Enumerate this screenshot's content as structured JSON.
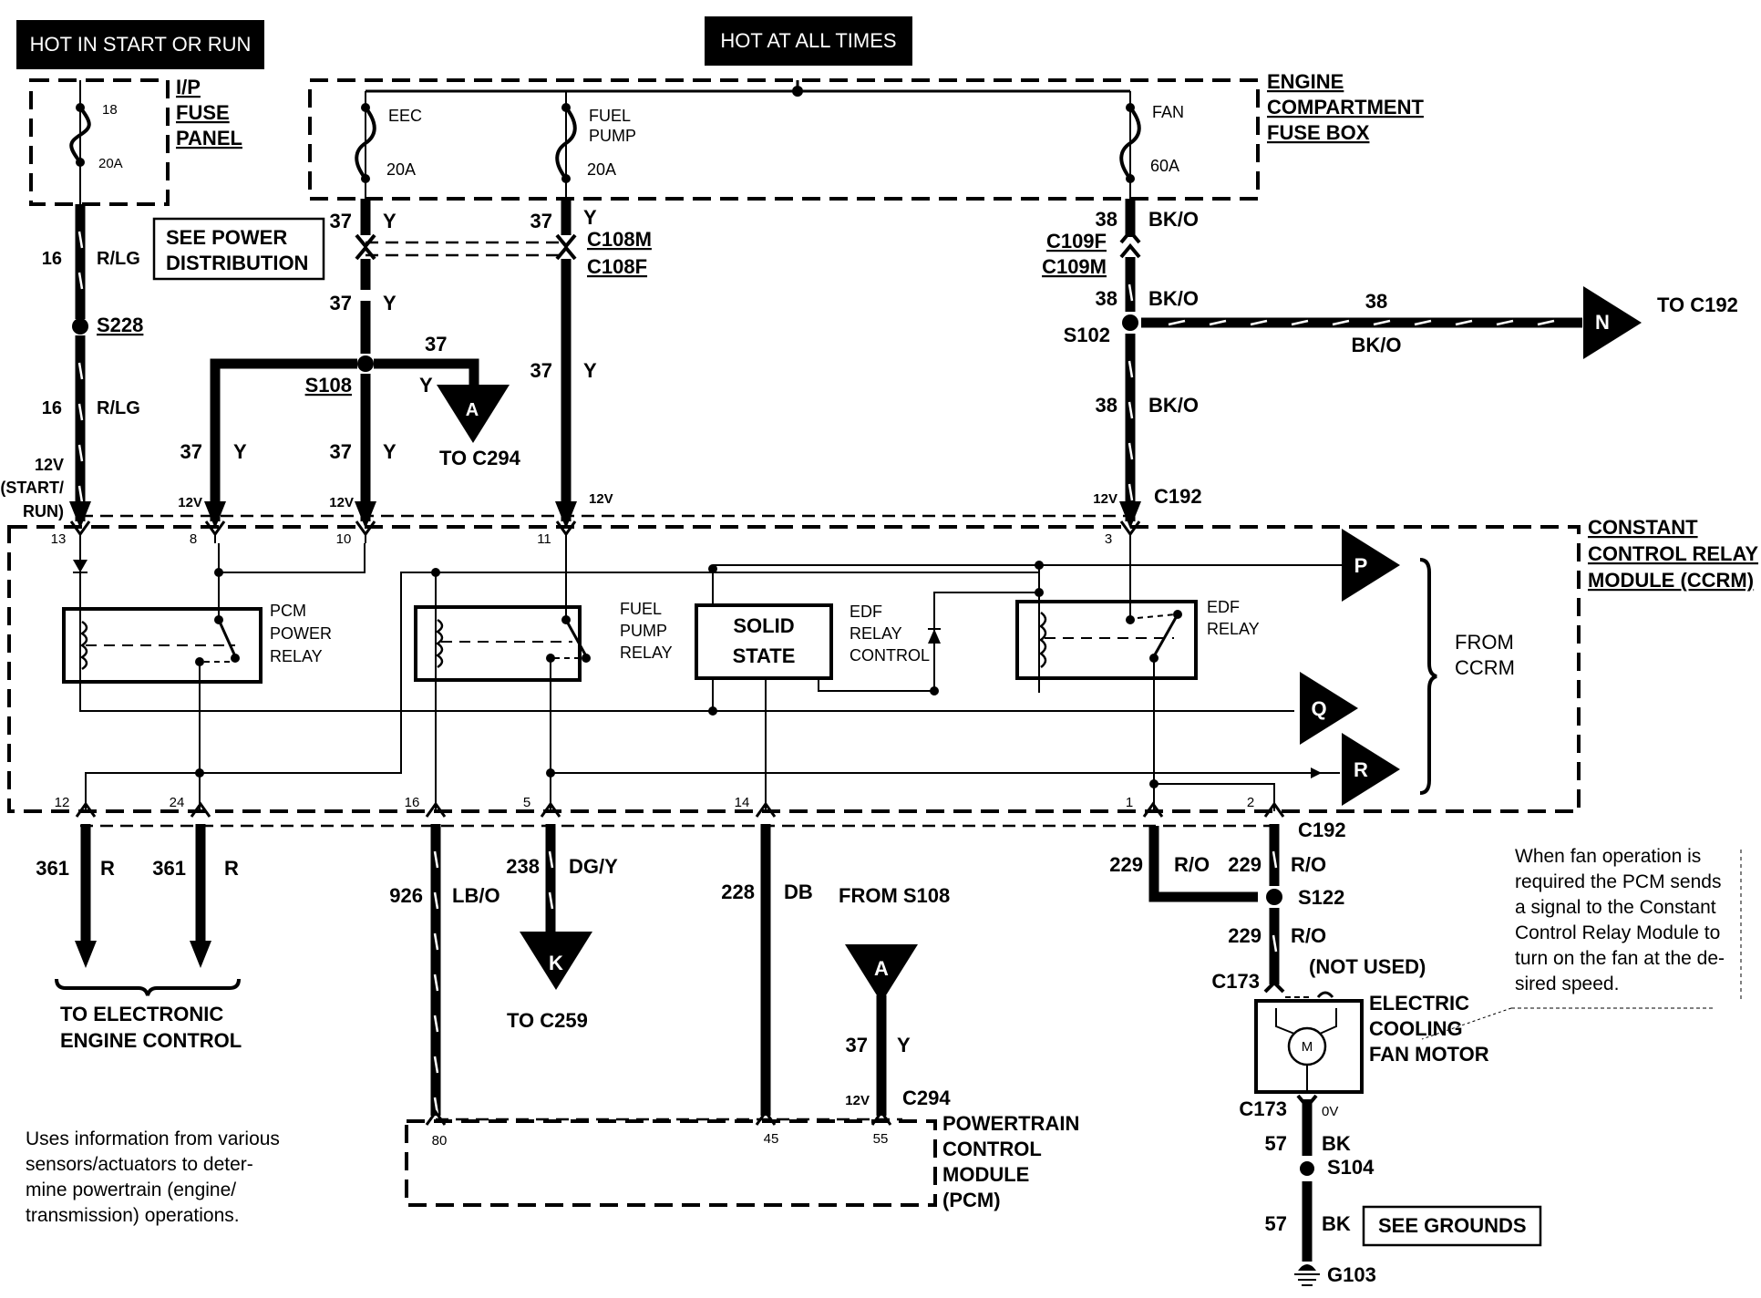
{
  "title": "Engine Cooling Fan Wiring Diagram",
  "headers": {
    "hot_start_run": "HOT IN START OR RUN",
    "hot_all_times": "HOT AT ALL TIMES"
  },
  "ip_fuse_panel": {
    "label": [
      "I/P",
      "FUSE",
      "PANEL"
    ],
    "fuse_number": "18",
    "fuse_rating": "20A"
  },
  "engine_fuse_box": {
    "label": [
      "ENGINE",
      "COMPARTMENT",
      "FUSE BOX"
    ],
    "fuses": [
      {
        "name": [
          "EEC"
        ],
        "rating": "20A"
      },
      {
        "name": [
          "FUEL",
          "PUMP"
        ],
        "rating": "20A"
      },
      {
        "name": [
          "FAN"
        ],
        "rating": "60A"
      }
    ]
  },
  "see_power_distribution": [
    "SEE POWER",
    "DISTRIBUTION"
  ],
  "see_grounds": "SEE GROUNDS",
  "wires": {
    "w16_a": {
      "circuit": "16",
      "color": "R/LG"
    },
    "w16_b": {
      "circuit": "16",
      "color": "R/LG"
    },
    "w37_eec_top": {
      "circuit": "37",
      "color": "Y"
    },
    "w37_fp_top": {
      "circuit": "37",
      "color": "Y"
    },
    "w37_eec_mid": {
      "circuit": "37",
      "color": "Y"
    },
    "w37_branch": {
      "circuit": "37",
      "color": "Y"
    },
    "w37_fp_mid": {
      "circuit": "37",
      "color": "Y"
    },
    "w37_left": {
      "circuit": "37",
      "color": "Y"
    },
    "w37_right": {
      "circuit": "37",
      "color": "Y"
    },
    "w38_top": {
      "circuit": "38",
      "color": "BK/O"
    },
    "w38_mid": {
      "circuit": "38",
      "color": "BK/O"
    },
    "w38_horiz": {
      "circuit": "38",
      "color": "BK/O"
    },
    "w38_low": {
      "circuit": "38",
      "color": "BK/O"
    },
    "w361_a": {
      "circuit": "361",
      "color": "R"
    },
    "w361_b": {
      "circuit": "361",
      "color": "R"
    },
    "w926": {
      "circuit": "926",
      "color": "LB/O"
    },
    "w238": {
      "circuit": "238",
      "color": "DG/Y"
    },
    "w228": {
      "circuit": "228",
      "color": "DB"
    },
    "w37_pcm": {
      "circuit": "37",
      "color": "Y"
    },
    "w229_a": {
      "circuit": "229",
      "color": "R/O"
    },
    "w229_b": {
      "circuit": "229",
      "color": "R/O"
    },
    "w229_c": {
      "circuit": "229",
      "color": "R/O"
    },
    "w57_a": {
      "circuit": "57",
      "color": "BK"
    },
    "w57_b": {
      "circuit": "57",
      "color": "BK"
    }
  },
  "connectors": {
    "c108m": "C108M",
    "c108f": "C108F",
    "c109f": "C109F",
    "c109m": "C109M",
    "c192_top": "C192",
    "c192_bottom": "C192",
    "c294": "C294",
    "c173_top": "C173",
    "c173_bottom": "C173"
  },
  "splices": {
    "s228": "S228",
    "s108": "S108",
    "s102": "S102",
    "s122": "S122",
    "s104": "S104"
  },
  "ground": "G103",
  "voltages": {
    "v12": "12V",
    "start_run": [
      "12V",
      "(START/",
      "RUN)"
    ],
    "v0": "0V"
  },
  "ccrm": {
    "label": [
      "CONSTANT",
      "CONTROL RELAY",
      "MODULE (CCRM)"
    ],
    "pins_top": [
      "13",
      "8",
      "10",
      "11",
      "3"
    ],
    "pins_bottom": [
      "12",
      "24",
      "16",
      "5",
      "14",
      "1",
      "2"
    ],
    "pcm_power_relay": [
      "PCM",
      "POWER",
      "RELAY"
    ],
    "fuel_pump_relay": [
      "FUEL",
      "PUMP",
      "RELAY"
    ],
    "solid_state": [
      "SOLID",
      "STATE"
    ],
    "edf_relay_control": [
      "EDF",
      "RELAY",
      "CONTROL"
    ],
    "edf_relay": [
      "EDF",
      "RELAY"
    ],
    "from_ccrm": [
      "FROM",
      "CCRM"
    ]
  },
  "markers": {
    "a_top": {
      "letter": "A",
      "label": "TO C294"
    },
    "n": {
      "letter": "N",
      "label": "TO C192"
    },
    "k": {
      "letter": "K",
      "label": "TO C259"
    },
    "a_bottom": {
      "letter": "A",
      "label": "FROM S108"
    },
    "p": {
      "letter": "P"
    },
    "q": {
      "letter": "Q"
    },
    "r": {
      "letter": "R"
    }
  },
  "to_eec": [
    "TO ELECTRONIC",
    "ENGINE CONTROL"
  ],
  "pcm": {
    "label": [
      "POWERTRAIN",
      "CONTROL",
      "MODULE",
      "(PCM)"
    ],
    "pins": [
      "80",
      "45",
      "55"
    ]
  },
  "fan_motor": {
    "label": [
      "ELECTRIC",
      "COOLING",
      "FAN MOTOR"
    ],
    "symbol": "M",
    "not_used": "(NOT USED)"
  },
  "notes": {
    "pcm": [
      "Uses information from various",
      "sensors/actuators  to  deter-",
      "mine   powertrain   (engine/",
      "transmission) operations."
    ],
    "fan": [
      "When  fan  operation  is",
      "required the PCM sends",
      "a signal to the Constant",
      "Control Relay Module to",
      "turn on the fan at the de-",
      "sired speed."
    ]
  }
}
